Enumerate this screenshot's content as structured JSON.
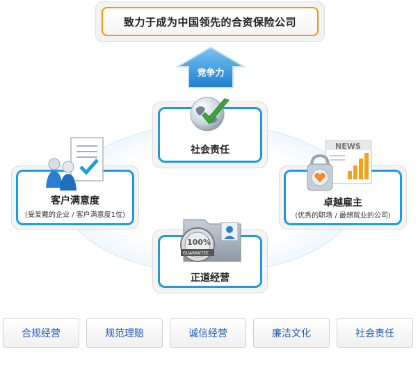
{
  "banner": {
    "title": "致力于成为中国领先的合资保险公司"
  },
  "arrow": {
    "label": "竞争力"
  },
  "cards": {
    "social": {
      "label": "社会责任"
    },
    "customer": {
      "label": "客户满意度",
      "sub": "(受爱戴的企业 / 客户满意度1位)"
    },
    "employer": {
      "label": "卓越雇主",
      "sub": "(优秀的职场 / 最想就业的公司)"
    },
    "operation": {
      "label": "正道经营"
    }
  },
  "icons": {
    "news_text": "NEWS",
    "seal_text": "100%",
    "seal_band": "GUARANTEE"
  },
  "buttons": [
    {
      "label": "合规经营"
    },
    {
      "label": "规范理赔"
    },
    {
      "label": "诚信经营"
    },
    {
      "label": "廉洁文化"
    },
    {
      "label": "社会责任"
    }
  ],
  "colors": {
    "accent_blue": "#1f9ae0",
    "accent_orange": "#f39800",
    "link_blue": "#1a5bbd"
  }
}
